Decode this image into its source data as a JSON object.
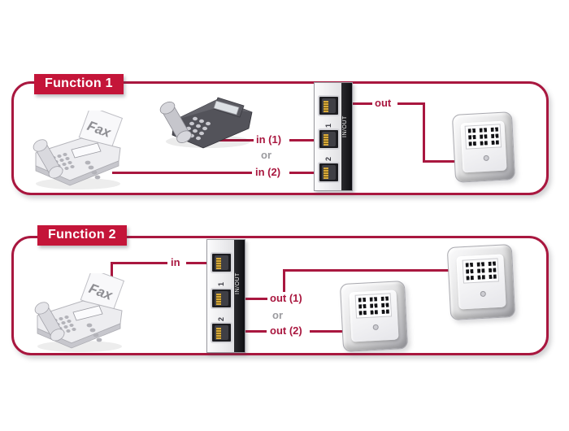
{
  "colors": {
    "badge": "#c41539",
    "line": "#a9173f",
    "or_text": "#9b9b9f",
    "strip": "#0e0e12"
  },
  "panels": [
    {
      "title": "Function 1",
      "fax_label": "Fax",
      "adapter": {
        "strip": "IN/OUT",
        "port1": "1",
        "port2": "2"
      },
      "labels": {
        "out": "out",
        "in1": "in (1)",
        "or": "or",
        "in2": "in (2)"
      }
    },
    {
      "title": "Function 2",
      "fax_label": "Fax",
      "adapter": {
        "strip": "IN/OUT",
        "port1": "1",
        "port2": "2"
      },
      "labels": {
        "in": "in",
        "out1": "out (1)",
        "or": "or",
        "out2": "out (2)"
      }
    }
  ]
}
